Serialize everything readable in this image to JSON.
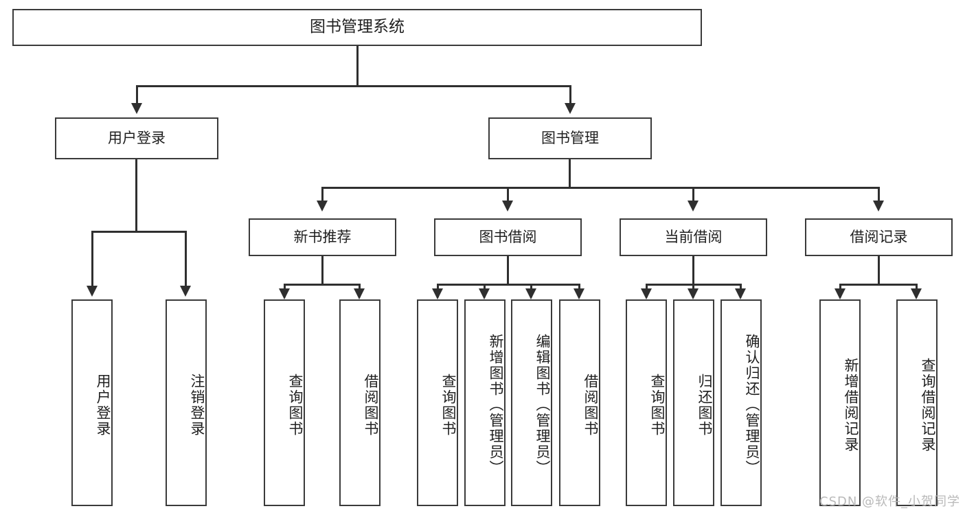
{
  "diagram": {
    "type": "tree",
    "title": "图书管理系统",
    "root": {
      "label": "图书管理系统"
    },
    "level2": [
      {
        "label": "用户登录"
      },
      {
        "label": "图书管理"
      }
    ],
    "level3": [
      {
        "label": "新书推荐"
      },
      {
        "label": "图书借阅"
      },
      {
        "label": "当前借阅"
      },
      {
        "label": "借阅记录"
      }
    ],
    "leaves": {
      "user_login": [
        {
          "label": "用户登录"
        },
        {
          "label": "注销登录"
        }
      ],
      "new_book_recommend": [
        {
          "label": "查询图书"
        },
        {
          "label": "借阅图书"
        }
      ],
      "book_borrow": [
        {
          "label": "查询图书"
        },
        {
          "label": "新增图书（管理员）"
        },
        {
          "label": "编辑图书（管理员）"
        },
        {
          "label": "借阅图书"
        }
      ],
      "current_borrow": [
        {
          "label": "查询图书"
        },
        {
          "label": "归还图书"
        },
        {
          "label": "确认归还（管理员）"
        }
      ],
      "borrow_record": [
        {
          "label": "新增借阅记录"
        },
        {
          "label": "查询借阅记录"
        }
      ]
    }
  },
  "watermark": {
    "text": "CSDN @软件_小贺同学"
  },
  "colors": {
    "stroke": "#3a3a3a",
    "line": "#2f2f2f",
    "background": "#ffffff",
    "text": "#1f1f1f",
    "watermark": "#b9b9b9"
  }
}
